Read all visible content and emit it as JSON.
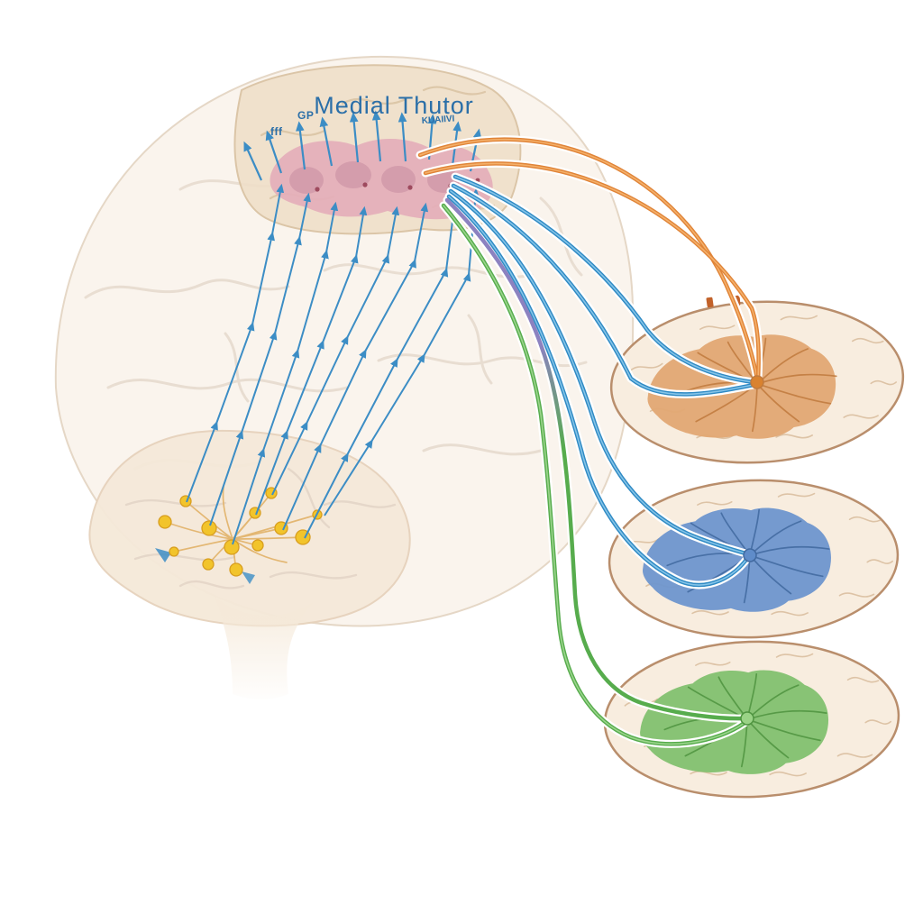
{
  "figure": {
    "title": "Medial Thutor",
    "annotations": {
      "fragment_left": "fff",
      "fragment_mid": "GP",
      "fragment_right": "KUAIIVI"
    },
    "colors": {
      "background": "#FFFFFF",
      "casing_white": "#FFFFFF",
      "brain_fill": "#FAF4EC",
      "brain_outline": "#E3D4C2",
      "sulci": "#DDCEC0",
      "cortex_patch": "#EFDFC9",
      "cortex_patch_outline": "#D8C1A0",
      "medial_band_pink": "#E4AEBA",
      "medial_band_dark": "#C78DA0",
      "medial_band_spot": "#9E4A5E",
      "lower_lobe_fill": "#F5E9D9",
      "lower_lobe_outline": "#E6D2BC",
      "neuron_yellow": "#F2C42B",
      "neuron_outline": "#D89E1F",
      "dendrite_tan": "#E2B268",
      "axon_blue": "#3C8DC5",
      "fiber_orange": "#E08438",
      "fiber_orange_core": "#F4B06A",
      "fiber_blue": "#2F8AC4",
      "fiber_blue_core": "#85C4E8",
      "fiber_purple": "#8C82C0",
      "fiber_green": "#57AC4D",
      "fiber_green_core": "#9BD58C",
      "section_rim": "#B98E6C",
      "section_fill": "#F8EDDF",
      "section_sulci": "#D5B693",
      "blob_orange": "#E2A873",
      "blob_orange_vein": "#C07A3E",
      "blob_blue": "#6E96CE",
      "blob_blue_vein": "#41699F",
      "blob_green": "#82C16F",
      "blob_green_vein": "#4F9440",
      "hub_orange": "#D9822F",
      "hub_blue": "#5F8CC9",
      "hub_green": "#9AD386",
      "tick_orange": "#C2622A",
      "label_blue": "#2B6FA8"
    },
    "sections": [
      {
        "position": "upper",
        "accent_hex": "#E2A873"
      },
      {
        "position": "middle",
        "accent_hex": "#6E96CE"
      },
      {
        "position": "lower",
        "accent_hex": "#82C16F"
      }
    ]
  }
}
